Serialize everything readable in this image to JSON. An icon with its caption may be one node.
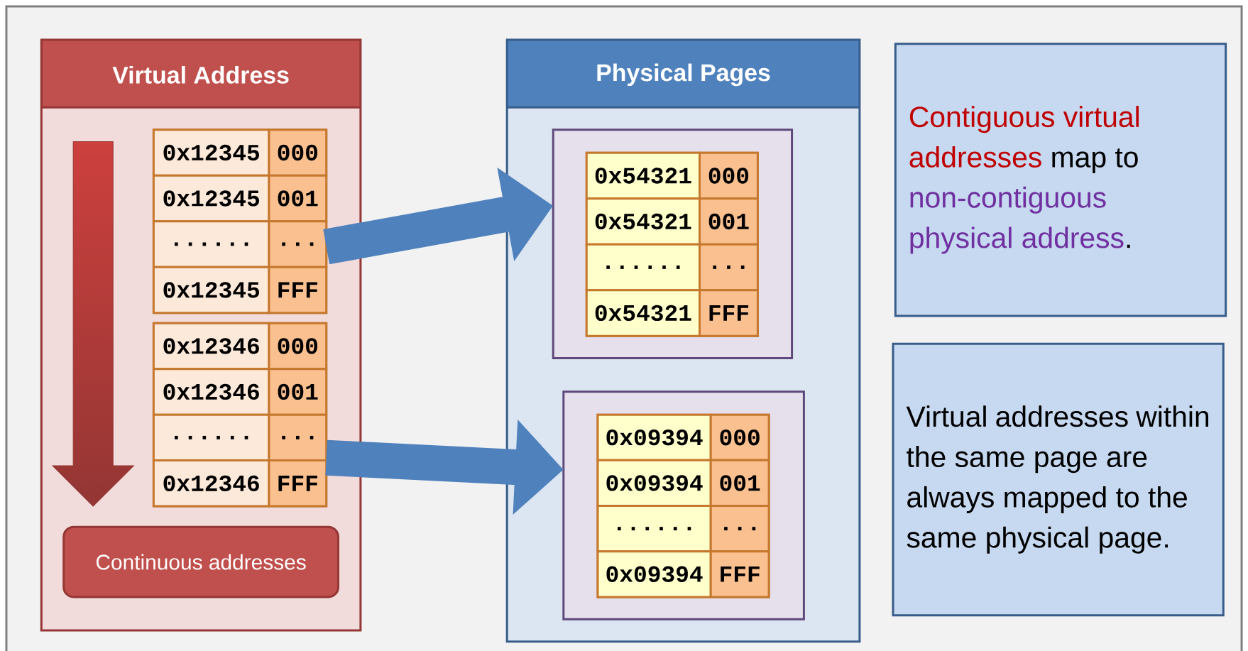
{
  "diagram": {
    "nodes": [
      {
        "text": [
          "Virtual Address"
        ]
      },
      {
        "text": [],
        "shape": "box",
        "in": 0
      },
      {
        "text": [
          "0x12345"
        ],
        "in": 1
      },
      {
        "text": [
          "000"
        ],
        "in": 1
      },
      {
        "text": [
          "0x12345"
        ],
        "in": 1
      },
      {
        "text": [
          "001"
        ],
        "in": 1
      },
      {
        "text": [
          "......"
        ],
        "in": 1
      },
      {
        "text": [
          "..."
        ],
        "in": 1
      },
      {
        "text": [
          "0x12345"
        ],
        "in": 1
      },
      {
        "text": [
          "FFF"
        ],
        "in": 1
      },
      {
        "text": [],
        "shape": "box",
        "in": 0
      },
      {
        "text": [
          "0x12346"
        ],
        "in": 10
      },
      {
        "text": [
          "000"
        ],
        "in": 10
      },
      {
        "text": [
          "0x12346"
        ],
        "in": 10
      },
      {
        "text": [
          "001"
        ],
        "in": 10
      },
      {
        "text": [
          "......"
        ],
        "in": 10
      },
      {
        "text": [
          "..."
        ],
        "in": 10
      },
      {
        "text": [
          "0x12346"
        ],
        "in": 10
      },
      {
        "text": [
          "FFF"
        ],
        "in": 10
      },
      {
        "text": [
          "Continuous addresses"
        ],
        "in": 0
      },
      {
        "text": [
          "Physical Pages"
        ]
      },
      {
        "text": [],
        "shape": "box",
        "in": 20
      },
      {
        "text": [],
        "shape": "box",
        "in": 21
      },
      {
        "text": [
          "0x54321"
        ],
        "in": 22
      },
      {
        "text": [
          "000"
        ],
        "in": 22
      },
      {
        "text": [
          "0x54321"
        ],
        "in": 22
      },
      {
        "text": [
          "001"
        ],
        "in": 22
      },
      {
        "text": [
          "......"
        ],
        "in": 22
      },
      {
        "text": [
          "..."
        ],
        "in": 22
      },
      {
        "text": [
          "0x54321"
        ],
        "in": 22
      },
      {
        "text": [
          "FFF"
        ],
        "in": 22
      },
      {
        "text": [],
        "shape": "box",
        "in": 20
      },
      {
        "text": [],
        "shape": "box",
        "in": 31
      },
      {
        "text": [
          "0x09394"
        ],
        "in": 32
      },
      {
        "text": [
          "000"
        ],
        "in": 32
      },
      {
        "text": [
          "0x09394"
        ],
        "in": 32
      },
      {
        "text": [
          "001"
        ],
        "in": 32
      },
      {
        "text": [
          "......"
        ],
        "in": 32
      },
      {
        "text": [
          "..."
        ],
        "in": 32
      },
      {
        "text": [
          "0x09394"
        ],
        "in": 32
      },
      {
        "text": [
          "FFF"
        ],
        "in": 32
      },
      {
        "text": [
          "Contiguous virtual addresses",
          "map to",
          "non-contiguous physical address",
          "."
        ]
      },
      {
        "text": [
          "Virtual addresses within the same page are always mapped to the same physical page."
        ]
      }
    ],
    "edges": [
      {
        "from": 1,
        "to": 21,
        "arrow": "to"
      },
      {
        "from": 10,
        "to": 31,
        "arrow": "to"
      }
    ]
  }
}
